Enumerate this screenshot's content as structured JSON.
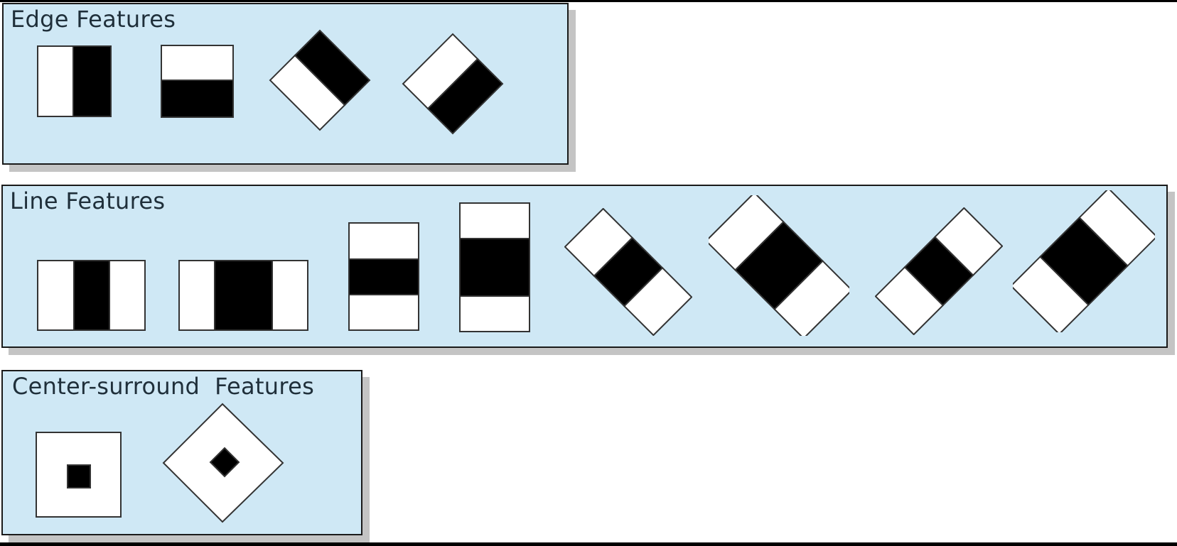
{
  "sections": {
    "edge": {
      "title": "Edge Features",
      "features": [
        "edge-vertical",
        "edge-horizontal",
        "edge-diagonal-a",
        "edge-diagonal-b"
      ]
    },
    "line": {
      "title": "Line Features",
      "features": [
        "line-vertical-thin",
        "line-vertical-wide",
        "line-horizontal-thin",
        "line-horizontal-wide",
        "line-diagonal-thin-a",
        "line-diagonal-wide-a",
        "line-diagonal-thin-b",
        "line-diagonal-wide-b"
      ]
    },
    "center": {
      "title": "Center-surround  Features",
      "features": [
        "center-surround-square",
        "center-surround-diamond"
      ]
    }
  },
  "colors": {
    "panel": "#cfe8f5",
    "dark": "#000000",
    "light": "#ffffff",
    "shadow": "#c4c4c4"
  }
}
